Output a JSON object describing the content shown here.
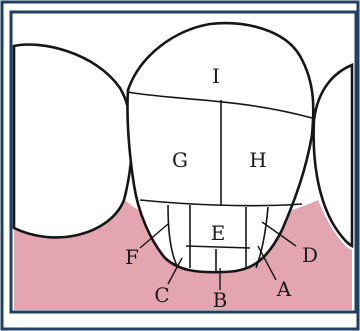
{
  "diagram": {
    "colors": {
      "gum": "#e3a6b0",
      "tooth": "#ffffff",
      "outline": "#161616",
      "frame": "#1f3f63",
      "background": "#ffffff"
    },
    "regions": {
      "I": "I",
      "G": "G",
      "H": "H",
      "E": "E",
      "F": "F",
      "D": "D",
      "C": "C",
      "B": "B",
      "A": "A"
    }
  }
}
